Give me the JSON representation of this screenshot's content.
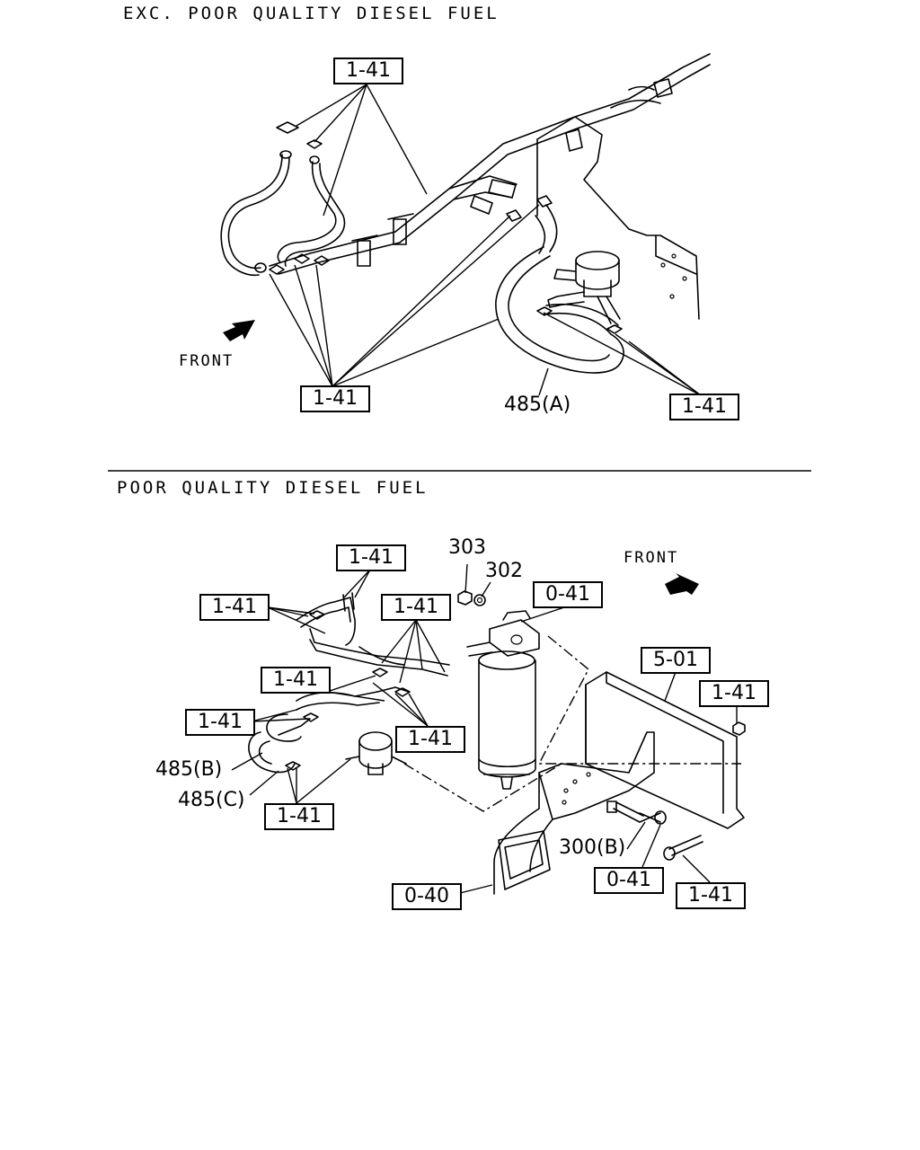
{
  "sections": [
    {
      "heading": "EXC. POOR QUALITY DIESEL FUEL"
    },
    {
      "heading": "POOR QUALITY DIESEL FUEL"
    }
  ],
  "top": {
    "front_label": "FRONT",
    "refs": {
      "a": "1-41",
      "b": "1-41",
      "c": "1-41"
    },
    "part_485a": "485(A)"
  },
  "bottom": {
    "front_label": "FRONT",
    "refs": {
      "r1": "1-41",
      "r2": "1-41",
      "r3": "1-41",
      "r4": "1-41",
      "r5": "1-41",
      "r6": "1-41",
      "r7": "1-41",
      "r8": "1-41",
      "r9": "1-41",
      "g1": "0-41",
      "g2": "0-41",
      "g3": "0-40",
      "c1": "5-01"
    },
    "parts": {
      "p303": "303",
      "p302": "302",
      "p485b": "485(B)",
      "p485c": "485(C)",
      "p300b": "300(B)"
    }
  }
}
